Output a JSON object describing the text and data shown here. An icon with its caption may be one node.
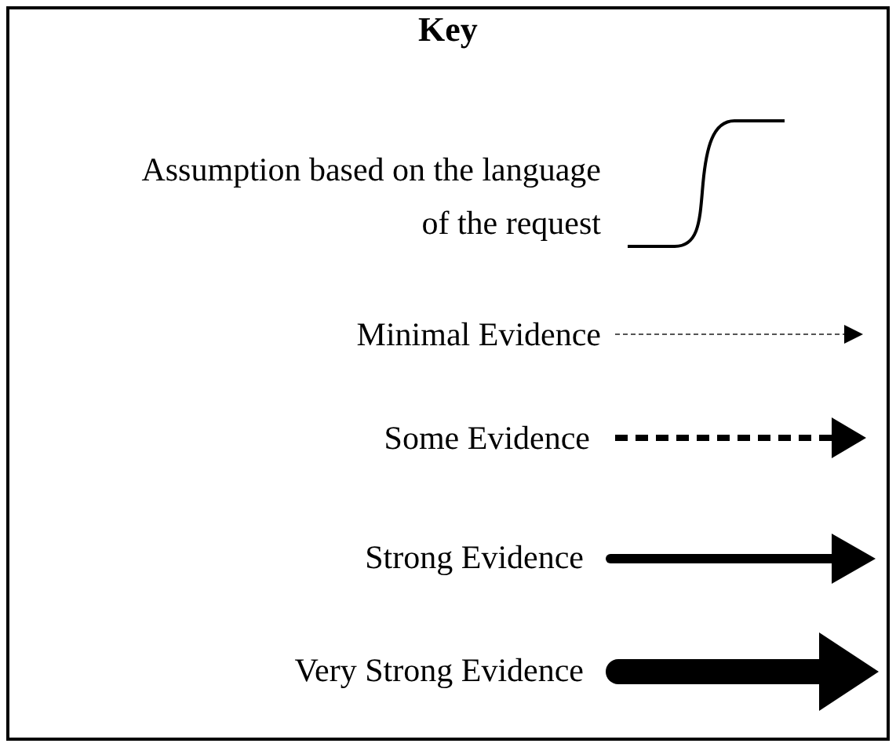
{
  "diagram": {
    "title": "Key",
    "legend": [
      {
        "text": "Assumption based on the language of the request"
      },
      {
        "text": "Minimal Evidence"
      },
      {
        "text": "Some Evidence"
      },
      {
        "text": "Strong Evidence"
      },
      {
        "text": "Very Strong Evidence"
      }
    ]
  }
}
